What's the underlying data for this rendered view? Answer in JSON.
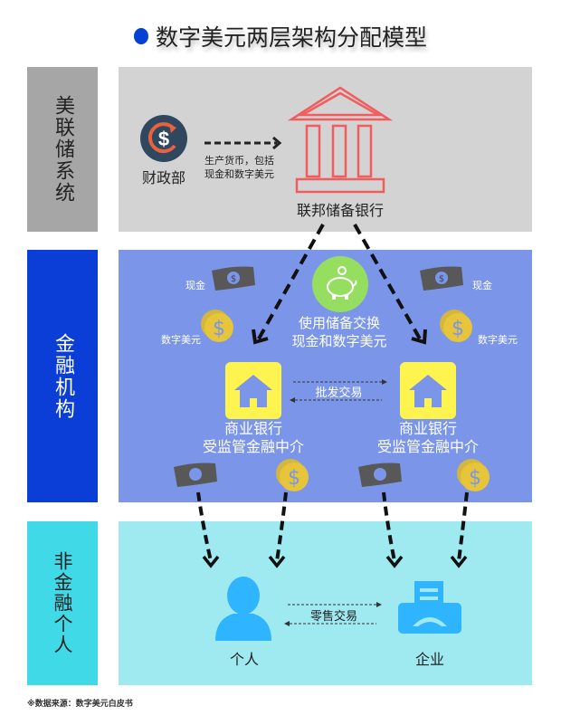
{
  "title": "数字美元两层架构分配模型",
  "rows": {
    "fed_system": "美联储系统",
    "financial": "金融机构",
    "nonfinancial": "非金融个人"
  },
  "fed": {
    "treasury": "财政部",
    "arrow_note_line1": "生产货币，包括",
    "arrow_note_line2": "现金和数字美元",
    "fed_bank": "联邦储备银行"
  },
  "banks": {
    "cash_left": "现金",
    "digital_left": "数字美元",
    "cash_right": "现金",
    "digital_right": "数字美元",
    "exchange_line1": "使用储备交换",
    "exchange_line2": "现金和数字美元",
    "wholesale": "批发交易",
    "bank_left_line1": "商业银行",
    "bank_left_line2": "受监管金融中介",
    "bank_right_line1": "商业银行",
    "bank_right_line2": "受监管金融中介"
  },
  "end": {
    "individual": "个人",
    "enterprise": "企业",
    "retail": "零售交易"
  },
  "footer": "※数据来源：数字美元白皮书",
  "colors": {
    "fed_label": "#a6a6a6",
    "fed_panel": "#d3d3d3",
    "fin_label": "#0a3ed6",
    "fin_panel": "#7b96e8",
    "nf_label": "#3fd9e8",
    "nf_panel": "#9eeaf0",
    "accent": "#0540d6"
  }
}
